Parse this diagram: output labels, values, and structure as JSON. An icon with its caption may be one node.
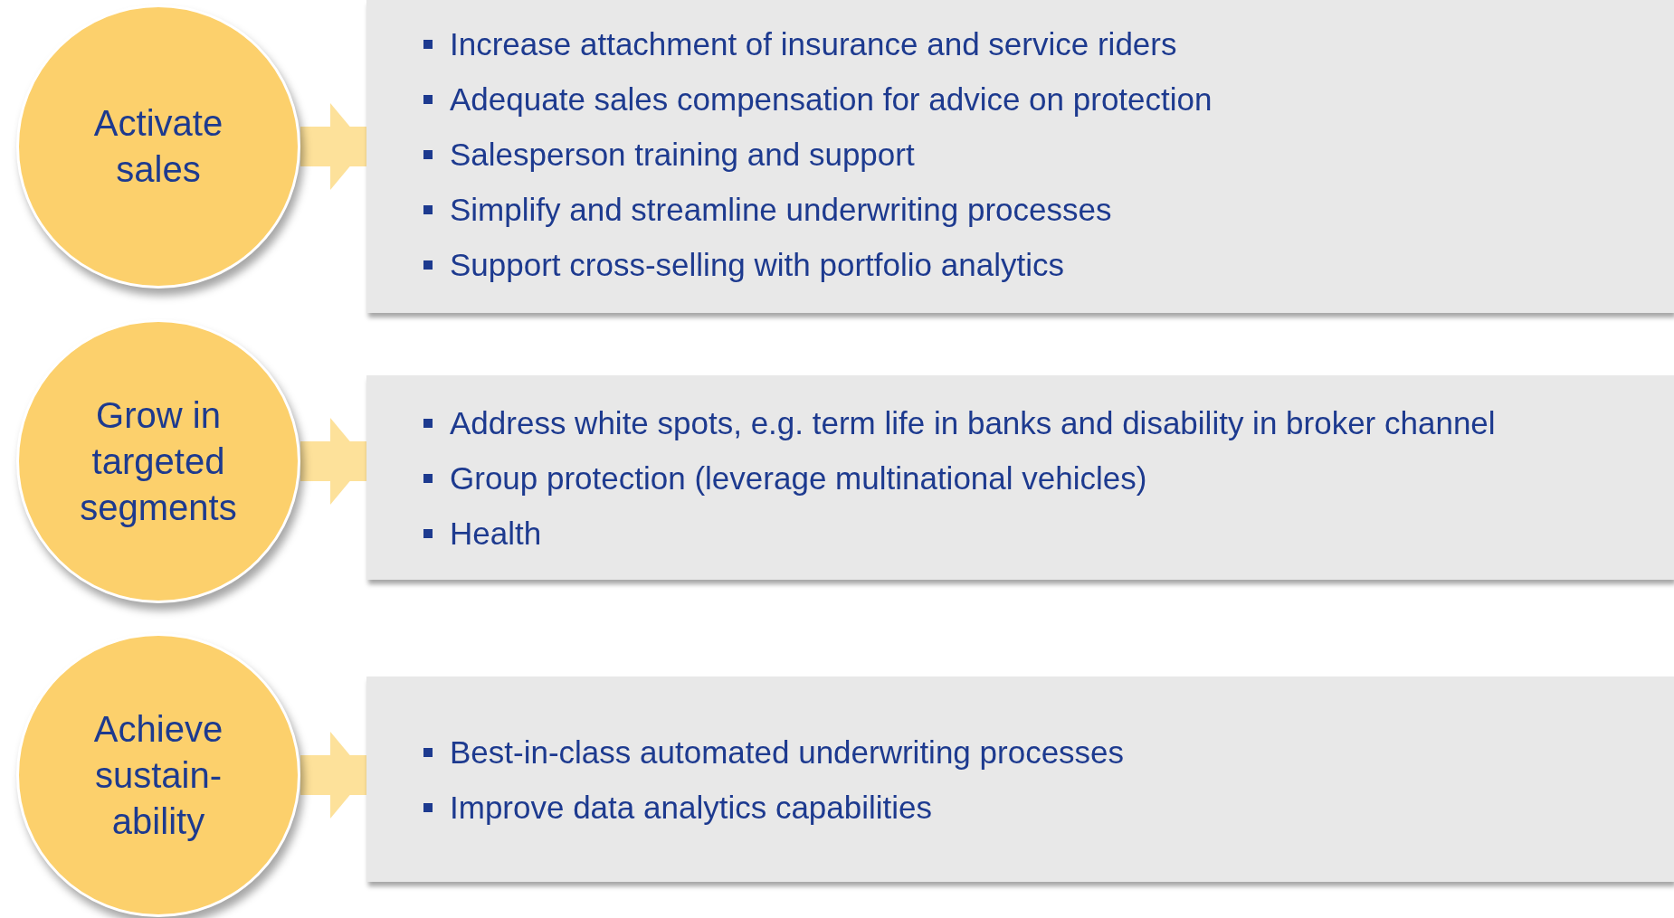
{
  "diagram": {
    "nodes": [
      {
        "text": [
          "Activate sales"
        ]
      },
      {
        "text": [
          "Increase attachment of insurance and service riders",
          "Adequate sales compensation for advice on protection",
          "Salesperson training and support",
          "Simplify and streamline underwriting processes",
          "Support cross-selling with portfolio analytics"
        ]
      },
      {
        "text": [
          "Grow in targeted segments"
        ]
      },
      {
        "text": [
          "Address white spots, e.g. term life in banks and disability in broker channel",
          "Group protection (leverage multinational vehicles)",
          "Health"
        ]
      },
      {
        "text": [
          "Achieve sustain-ability"
        ]
      },
      {
        "text": [
          "Best-in-class automated underwriting processes",
          "Improve data analytics capabilities"
        ]
      }
    ],
    "edges": [
      {
        "from": 0,
        "to": 1,
        "arrow": "to"
      },
      {
        "from": 2,
        "to": 3,
        "arrow": "to"
      },
      {
        "from": 4,
        "to": 5,
        "arrow": "to"
      }
    ]
  }
}
